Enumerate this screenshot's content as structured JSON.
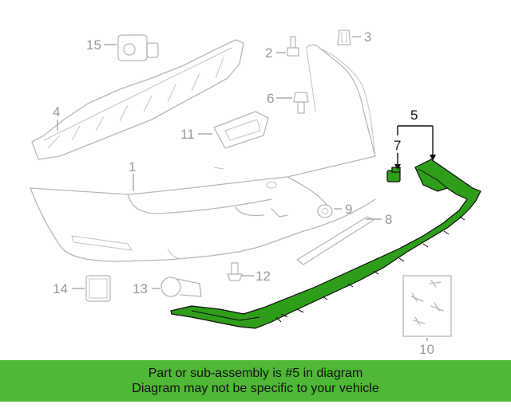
{
  "diagram": {
    "highlight_color": "#2e9e1a",
    "callouts": [
      {
        "id": "1",
        "label": "1"
      },
      {
        "id": "2",
        "label": "2"
      },
      {
        "id": "3",
        "label": "3"
      },
      {
        "id": "4",
        "label": "4"
      },
      {
        "id": "5",
        "label": "5"
      },
      {
        "id": "6",
        "label": "6"
      },
      {
        "id": "7",
        "label": "7"
      },
      {
        "id": "8",
        "label": "8"
      },
      {
        "id": "9",
        "label": "9"
      },
      {
        "id": "10",
        "label": "10"
      },
      {
        "id": "11",
        "label": "11"
      },
      {
        "id": "12",
        "label": "12"
      },
      {
        "id": "13",
        "label": "13"
      },
      {
        "id": "14",
        "label": "14"
      },
      {
        "id": "15",
        "label": "15"
      }
    ]
  },
  "banner": {
    "color": "#4fb836",
    "line1": "Part or sub-assembly is #5 in diagram",
    "line2": "Diagram may not be specific to your vehicle"
  }
}
